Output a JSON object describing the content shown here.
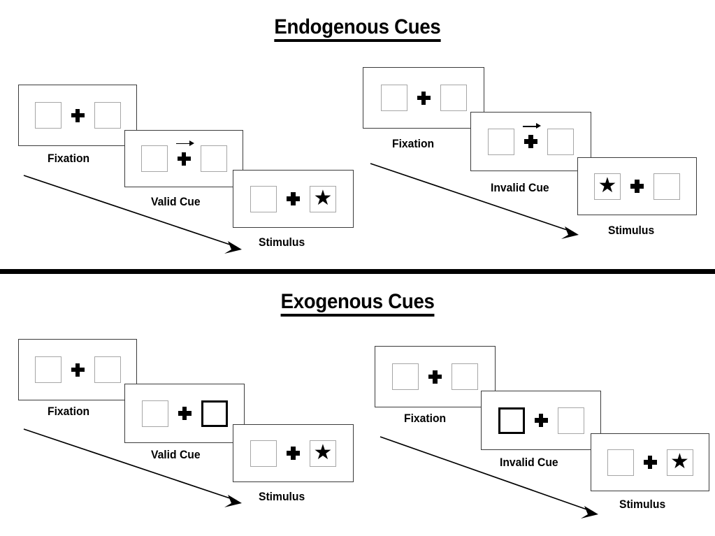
{
  "figure": {
    "background_color": "#ffffff",
    "line_color": "#3b3b3b",
    "box_border_color": "#a6a6a6",
    "cue_highlight_color": "#000000",
    "star_glyph": "★"
  },
  "sections": [
    {
      "id": "endogenous",
      "title": "Endogenous Cues",
      "columns": [
        {
          "id": "endogenous-valid",
          "panels": [
            {
              "id": "fixation",
              "caption": "Fixation",
              "left_box": {
                "cued": false,
                "star": false
              },
              "right_box": {
                "cued": false,
                "star": false
              },
              "arrow_cue": false
            },
            {
              "id": "valid-cue",
              "caption": "Valid Cue",
              "left_box": {
                "cued": false,
                "star": false
              },
              "right_box": {
                "cued": false,
                "star": false
              },
              "arrow_cue": true,
              "arrow_direction": "right"
            },
            {
              "id": "stimulus",
              "caption": "Stimulus",
              "left_box": {
                "cued": false,
                "star": false
              },
              "right_box": {
                "cued": false,
                "star": true
              },
              "arrow_cue": false
            }
          ]
        },
        {
          "id": "endogenous-invalid",
          "panels": [
            {
              "id": "fixation",
              "caption": "Fixation",
              "left_box": {
                "cued": false,
                "star": false
              },
              "right_box": {
                "cued": false,
                "star": false
              },
              "arrow_cue": false
            },
            {
              "id": "invalid-cue",
              "caption": "Invalid Cue",
              "left_box": {
                "cued": false,
                "star": false
              },
              "right_box": {
                "cued": false,
                "star": false
              },
              "arrow_cue": true,
              "arrow_direction": "right"
            },
            {
              "id": "stimulus",
              "caption": "Stimulus",
              "left_box": {
                "cued": false,
                "star": true
              },
              "right_box": {
                "cued": false,
                "star": false
              },
              "arrow_cue": false
            }
          ]
        }
      ]
    },
    {
      "id": "exogenous",
      "title": "Exogenous Cues",
      "columns": [
        {
          "id": "exogenous-valid",
          "panels": [
            {
              "id": "fixation",
              "caption": "Fixation",
              "left_box": {
                "cued": false,
                "star": false
              },
              "right_box": {
                "cued": false,
                "star": false
              },
              "arrow_cue": false
            },
            {
              "id": "valid-cue",
              "caption": "Valid Cue",
              "left_box": {
                "cued": false,
                "star": false
              },
              "right_box": {
                "cued": true,
                "star": false
              },
              "arrow_cue": false
            },
            {
              "id": "stimulus",
              "caption": "Stimulus",
              "left_box": {
                "cued": false,
                "star": false
              },
              "right_box": {
                "cued": false,
                "star": true
              },
              "arrow_cue": false
            }
          ]
        },
        {
          "id": "exogenous-invalid",
          "panels": [
            {
              "id": "fixation",
              "caption": "Fixation",
              "left_box": {
                "cued": false,
                "star": false
              },
              "right_box": {
                "cued": false,
                "star": false
              },
              "arrow_cue": false
            },
            {
              "id": "invalid-cue",
              "caption": "Invalid Cue",
              "left_box": {
                "cued": true,
                "star": false
              },
              "right_box": {
                "cued": false,
                "star": false
              },
              "arrow_cue": false
            },
            {
              "id": "stimulus",
              "caption": "Stimulus",
              "left_box": {
                "cued": false,
                "star": false
              },
              "right_box": {
                "cued": false,
                "star": true
              },
              "arrow_cue": false
            }
          ]
        }
      ]
    }
  ]
}
